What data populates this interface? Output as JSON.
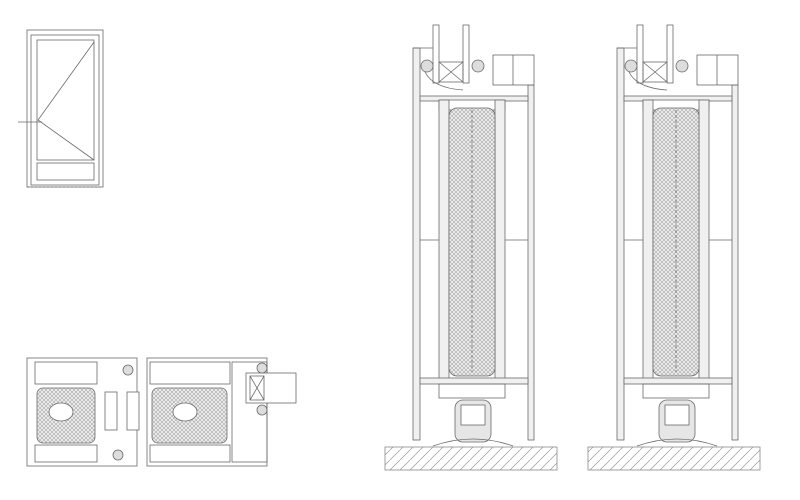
{
  "drawing": {
    "views": [
      "door-elevation",
      "horizontal-section",
      "vertical-section-1",
      "vertical-section-2"
    ],
    "colors": {
      "background": "#ffffff",
      "line": "#6a6a6a",
      "profile_fill": "#e6e6e6",
      "insulation_fill": "#cfcfcf",
      "floor_hatch": "#9a9a9a"
    }
  }
}
